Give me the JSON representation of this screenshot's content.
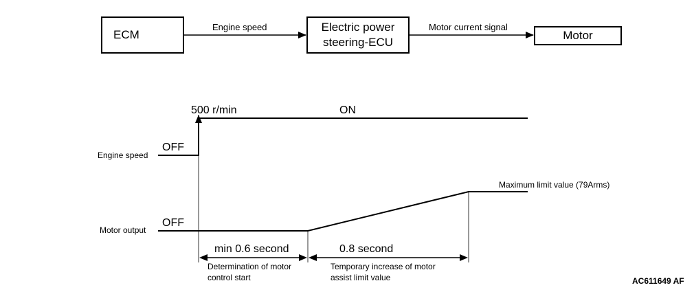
{
  "block_diagram": {
    "ecm": "ECM",
    "eps_line1": "Electric power",
    "eps_line2": "steering-ECU",
    "motor": "Motor",
    "arrow1_label": "Engine speed",
    "arrow2_label": "Motor current signal"
  },
  "timing_chart": {
    "engine_speed_label": "Engine speed",
    "engine_off": "OFF",
    "engine_threshold": "500 r/min",
    "engine_on": "ON",
    "motor_output_label": "Motor output",
    "motor_off": "OFF",
    "max_limit": "Maximum limit value (79Arms)",
    "interval1": "min 0.6 second",
    "interval2": "0.8 second",
    "note1_line1": "Determination of motor",
    "note1_line2": "control start",
    "note2_line1": "Temporary increase of motor",
    "note2_line2": "assist limit value"
  },
  "figure_id": "AC611649 AF"
}
